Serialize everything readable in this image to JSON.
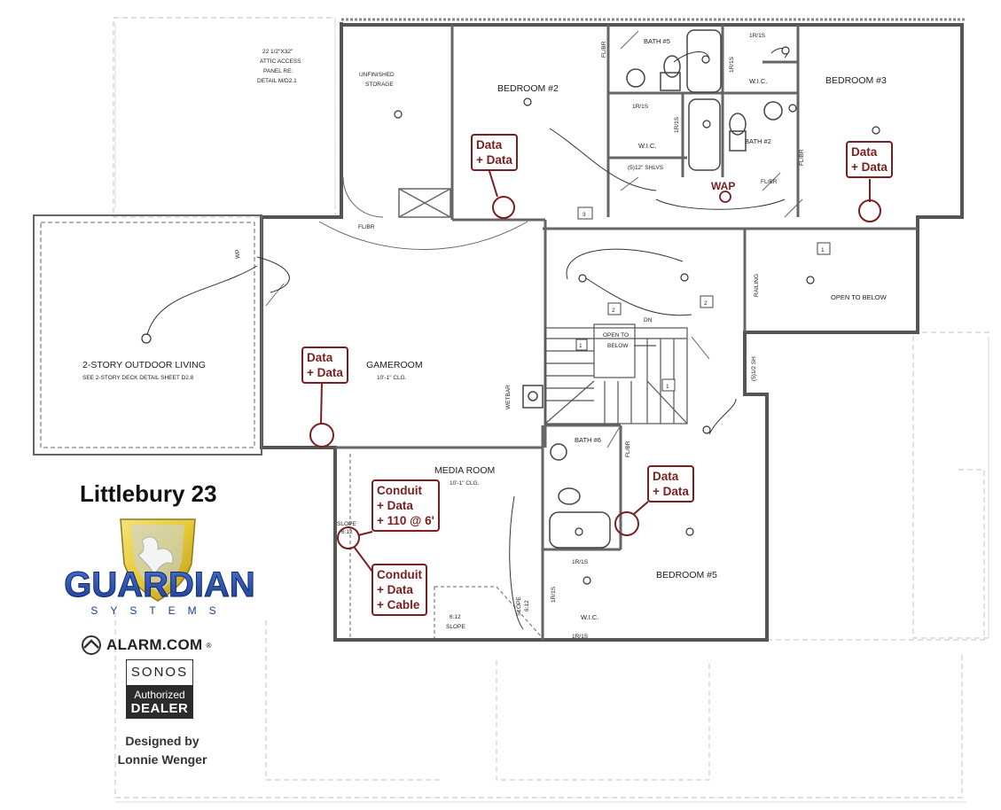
{
  "project": {
    "title": "Littlebury 23",
    "designed_by_line1": "Designed by",
    "designed_by_line2": "Lonnie Wenger"
  },
  "branding": {
    "company_name": "GUARDIAN",
    "company_sub": "SYSTEMS",
    "alarm_partner": "ALARM.COM",
    "alarm_mark": "®",
    "sonos_name": "SONOS",
    "sonos_authorized": "Authorized",
    "sonos_dealer": "DEALER",
    "logo_icon": "shield-eagle-icon",
    "alarm_icon": "house-roof-icon",
    "colors": {
      "accent": "#7a1f1f",
      "brand_blue": "#1c3f92",
      "shield_gold": "#e5c935"
    }
  },
  "rooms": {
    "bedroom2": "BEDROOM #2",
    "bedroom3": "BEDROOM #3",
    "bedroom5": "BEDROOM #5",
    "bath5": "BATH #5",
    "bath2": "BATH #2",
    "bath6": "BATH #6",
    "wic_a": "W.I.C.",
    "wic_b": "W.I.C.",
    "wic_c": "W.I.C.",
    "gameroom": "GAMEROOM",
    "gameroom_clg": "10'-1\" CLG.",
    "media_room": "MEDIA ROOM",
    "media_clg": "10'-1\" CLG.",
    "outdoor_1": "2-STORY OUTDOOR LIVING",
    "outdoor_2": "SEE 2-STORY DECK DETAIL SHEET D2.8",
    "open_below_1": "OPEN TO BELOW",
    "open_below_2a": "OPEN TO",
    "open_below_2b": "BELOW",
    "storage_1": "UNFINISHED",
    "storage_2": "STORAGE",
    "attic_1": "22 1/2\"X32\"",
    "attic_2": "ATTIC ACCESS",
    "attic_3": "PANEL RE:",
    "attic_4": "DETAIL M/D2.1",
    "railing": "RAILING",
    "wetbar": "WETBAR",
    "shelves": "(5)12\" SHLVS",
    "shelves2": "(5)1/2 SH",
    "flbr_a": "FL/BR",
    "flbr_b": "FL/BR",
    "flbr_c": "FL/BR",
    "flbr_d": "FL/BR",
    "flbr_e": "FL/BR",
    "rod_a": "1R/1S",
    "rod_b": "1R/1S",
    "rod_c": "1R/1S",
    "rod_d": "1R/1S",
    "rod_e": "1R/1S",
    "rod_f": "1R/1S",
    "rod_g": "1R/1S",
    "dn": "DN",
    "slope1": "SLOPE",
    "slope1b": "6:12",
    "slope2": "6:12",
    "slope2b": "SLOPE",
    "slope3": "SLOPE",
    "slope3b": "6:12",
    "wap": "WAP",
    "wp": "WP",
    "num1a": "1",
    "num1b": "1",
    "num1c": "1",
    "num2a": "2",
    "num2b": "2",
    "num3": "3"
  },
  "callouts": {
    "c1": {
      "line1": "Data",
      "line2": "+ Data"
    },
    "c2": {
      "line1": "Data",
      "line2": "+ Data"
    },
    "c3": {
      "line1": "Data",
      "line2": "+ Data"
    },
    "c4": {
      "line1": "Data",
      "line2": "+ Data"
    },
    "c5": {
      "line1": "Conduit",
      "line2": "+ Data",
      "line3": "+ 110 @ 6'"
    },
    "c6": {
      "line1": "Conduit",
      "line2": "+ Data",
      "line3": "+ Cable"
    }
  }
}
